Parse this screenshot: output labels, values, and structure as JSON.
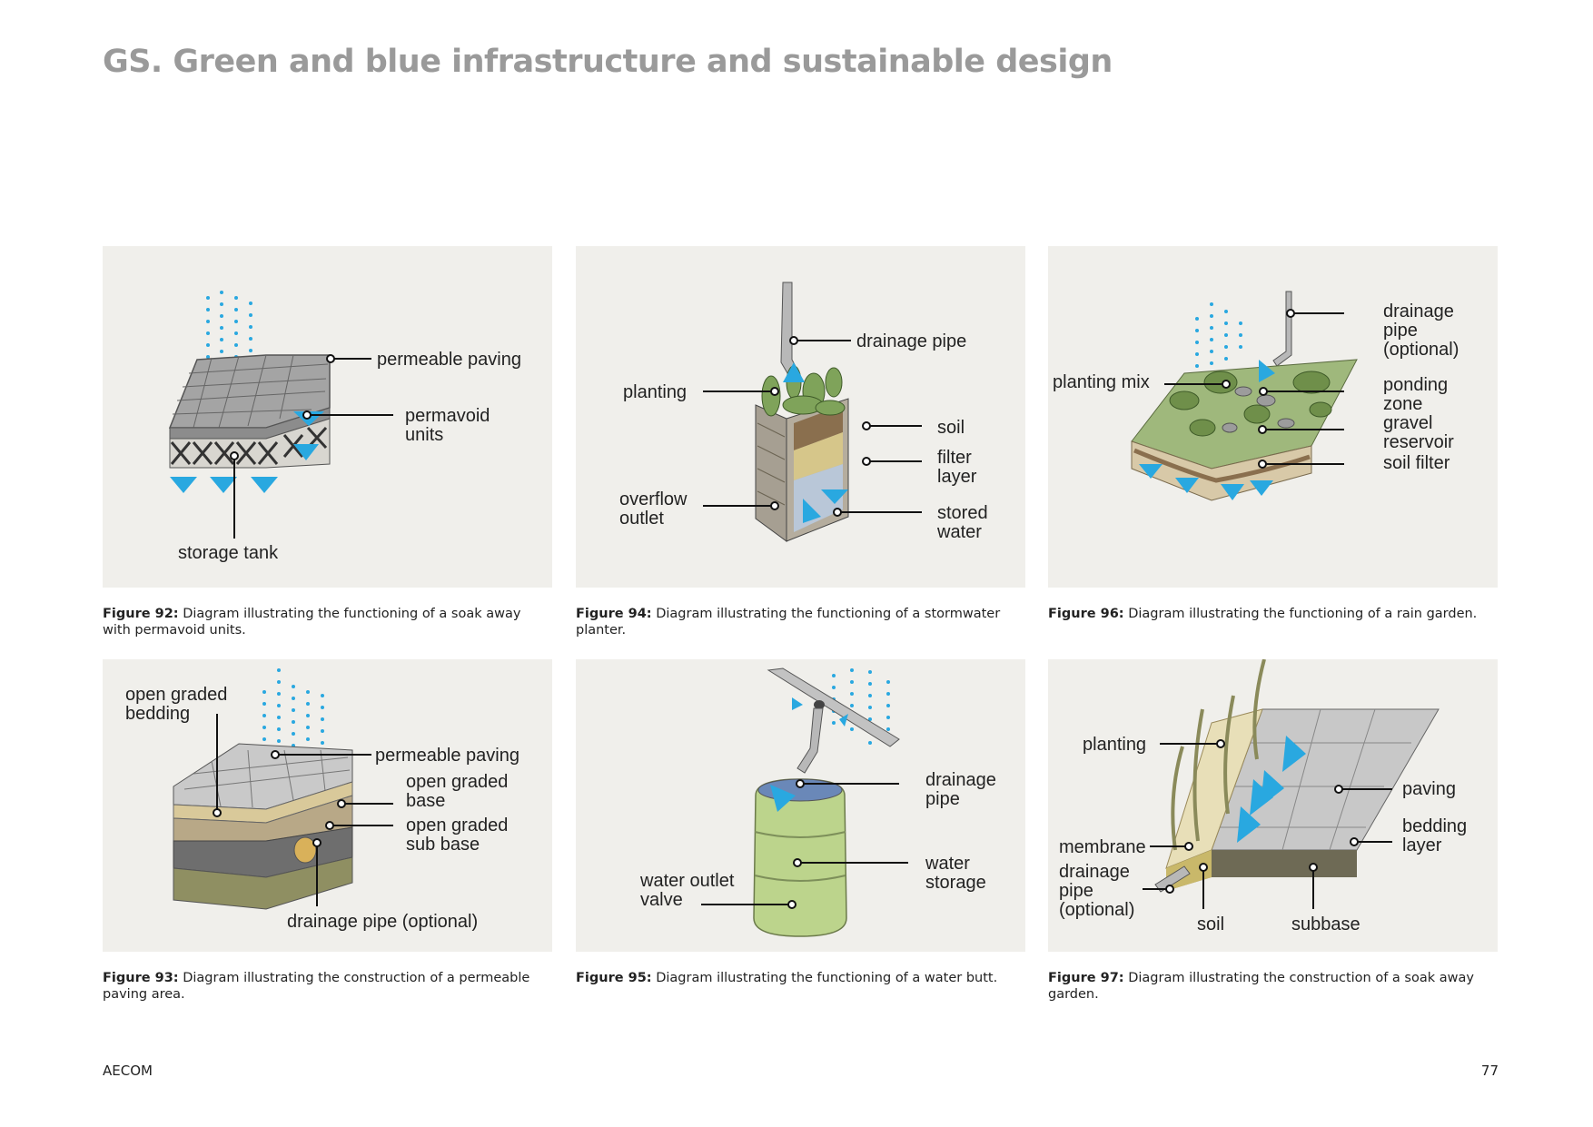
{
  "page": {
    "title": "GS. Green and blue infrastructure and sustainable design",
    "footer_left": "AECOM",
    "page_number": "77"
  },
  "colors": {
    "accent_blue": "#29a8e0",
    "panel_bg": "#f0efeb",
    "title_grey": "#9a9a9a"
  },
  "figures": [
    {
      "id": "fig92",
      "caption_bold": "Figure 92:",
      "caption_text": " Diagram illustrating the functioning of a soak away with permavoid units.",
      "labels": {
        "paving": "permeable paving",
        "units_1": "permavoid",
        "units_2": "units",
        "tank": "storage tank"
      }
    },
    {
      "id": "fig94",
      "caption_bold": "Figure 94:",
      "caption_text": " Diagram illustrating the functioning of a stormwater planter.",
      "labels": {
        "pipe": "drainage pipe",
        "planting": "planting",
        "soil": "soil",
        "filter_1": "filter",
        "filter_2": "layer",
        "overflow_1": "overflow",
        "overflow_2": "outlet",
        "stored_1": "stored",
        "stored_2": "water"
      }
    },
    {
      "id": "fig96",
      "caption_bold": "Figure 96:",
      "caption_text": " Diagram illustrating the functioning of a rain garden.",
      "labels": {
        "pipe_1": "drainage",
        "pipe_2": "pipe",
        "pipe_3": "(optional)",
        "mix": "planting mix",
        "ponding_1": "ponding",
        "ponding_2": "zone",
        "gravel_1": "gravel",
        "gravel_2": "reservoir",
        "filter": "soil filter"
      }
    },
    {
      "id": "fig93",
      "caption_bold": "Figure 93:",
      "caption_text": " Diagram illustrating the construction of a permeable paving area.",
      "labels": {
        "bedding_1": "open graded",
        "bedding_2": "bedding",
        "paving": "permeable paving",
        "base_1": "open graded",
        "base_2": "base",
        "subbase_1": "open graded",
        "subbase_2": "sub base",
        "pipe": "drainage pipe (optional)"
      }
    },
    {
      "id": "fig95",
      "caption_bold": "Figure 95:",
      "caption_text": " Diagram illustrating the functioning of a water butt.",
      "labels": {
        "pipe_1": "drainage",
        "pipe_2": "pipe",
        "storage_1": "water",
        "storage_2": "storage",
        "valve_1": "water outlet",
        "valve_2": "valve"
      }
    },
    {
      "id": "fig97",
      "caption_bold": "Figure 97:",
      "caption_text": " Diagram illustrating the construction of a soak away garden.",
      "labels": {
        "planting": "planting",
        "paving": "paving",
        "membrane": "membrane",
        "bedding_1": "bedding",
        "bedding_2": "layer",
        "pipe_1": "drainage",
        "pipe_2": "pipe",
        "pipe_3": "(optional)",
        "soil": "soil",
        "subbase": "subbase"
      }
    }
  ]
}
